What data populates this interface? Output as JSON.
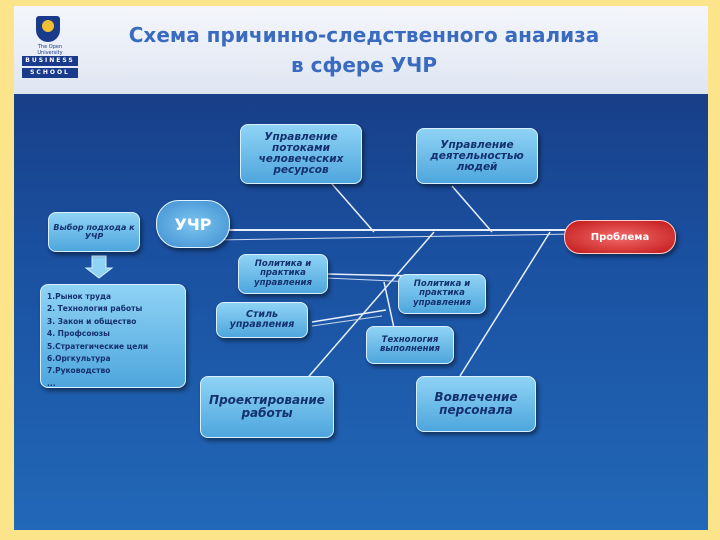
{
  "header": {
    "title_line1": "Схема причинно-следственного анализа",
    "title_line2": "в сфере УЧР",
    "logo_university": "The Open University",
    "logo_business": "BUSINESS",
    "logo_school": "SCHOOL"
  },
  "diagram": {
    "central": "УЧР",
    "problem": "Проблема",
    "approach_box": "Выбор подхода к УЧР",
    "causes_top": [
      "Управление потоками человеческих ресурсов",
      "Управление деятельностью людей"
    ],
    "causes_middle": [
      "Политика и практика управления",
      "Политика и практика управления",
      "Стиль управления",
      "Технология выполнения"
    ],
    "causes_bottom": [
      "Проектирование работы",
      "Вовлечение персонала"
    ],
    "factors": [
      "1.Рынок труда",
      "2. Технология работы",
      "3. Закон и общество",
      "4. Профсоюзы",
      "5.Стратегические цели",
      "6.Оргкультура",
      "7.Руководство",
      "..."
    ]
  },
  "colors": {
    "background": "#1a4f9f",
    "box": "#6cbde9",
    "problem": "#d42424",
    "frame": "#fbe48a",
    "title": "#3a6bbf"
  }
}
